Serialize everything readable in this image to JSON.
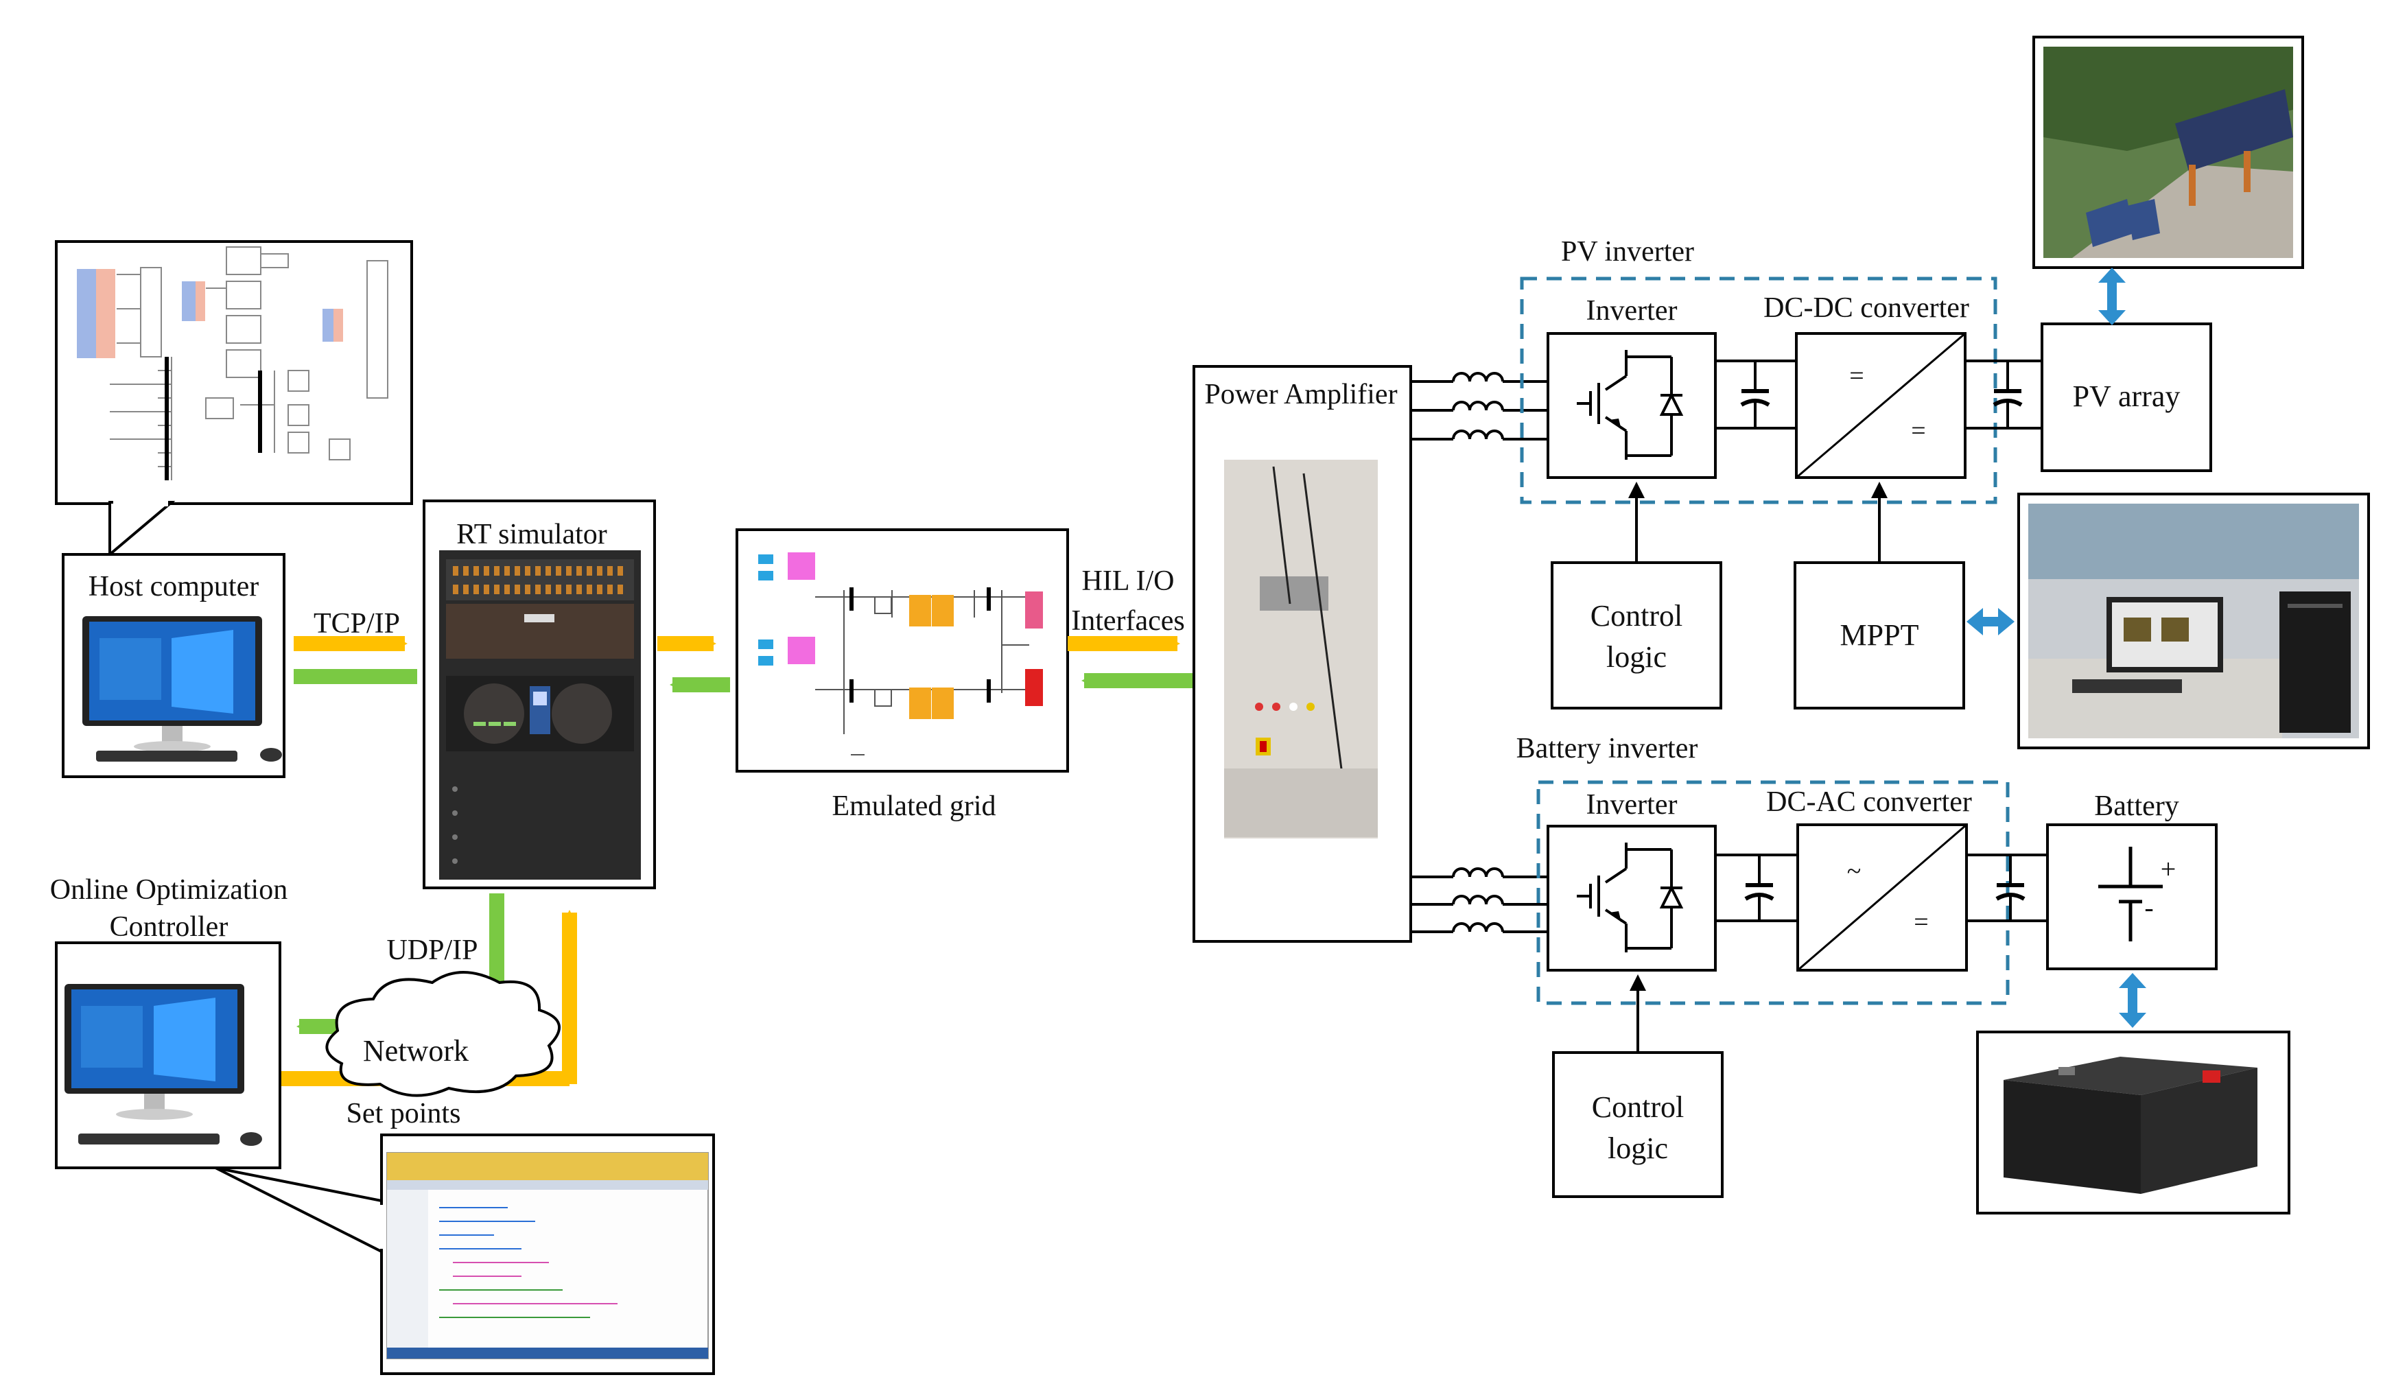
{
  "labels": {
    "host_computer": "Host computer",
    "tcp_ip": "TCP/IP",
    "rt_simulator": "RT simulator",
    "emulated_grid": "Emulated grid",
    "hil_io": "HIL  I/O",
    "interfaces": "Interfaces",
    "power_amplifier": "Power Amplifier",
    "online_optimization": "Online Optimization",
    "controller": "Controller",
    "udp_ip": "UDP/IP",
    "network": "Network",
    "set_points": "Set points",
    "pv_inverter": "PV inverter",
    "battery_inverter": "Battery inverter",
    "inverter_top": "Inverter",
    "inverter_bottom": "Inverter",
    "dc_dc_converter": "DC-DC converter",
    "dc_ac_converter": "DC-AC converter",
    "pv_array": "PV array",
    "battery": "Battery",
    "mppt": "MPPT",
    "control_top_1": "Control",
    "control_top_2": "logic",
    "control_bottom_1": "Control",
    "control_bottom_2": "logic",
    "dcdc_sym_top": "=",
    "dcdc_sym_bottom": "=",
    "dcac_sym_top": "~",
    "dcac_sym_bottom": "=",
    "battery_plus": "+",
    "battery_minus": "-"
  },
  "colors": {
    "tcp_arrow": "#FFC000",
    "udp_arrow": "#7AC943",
    "bidirectional": "#2E8FCE",
    "dashed_box": "#2E7EA6"
  }
}
